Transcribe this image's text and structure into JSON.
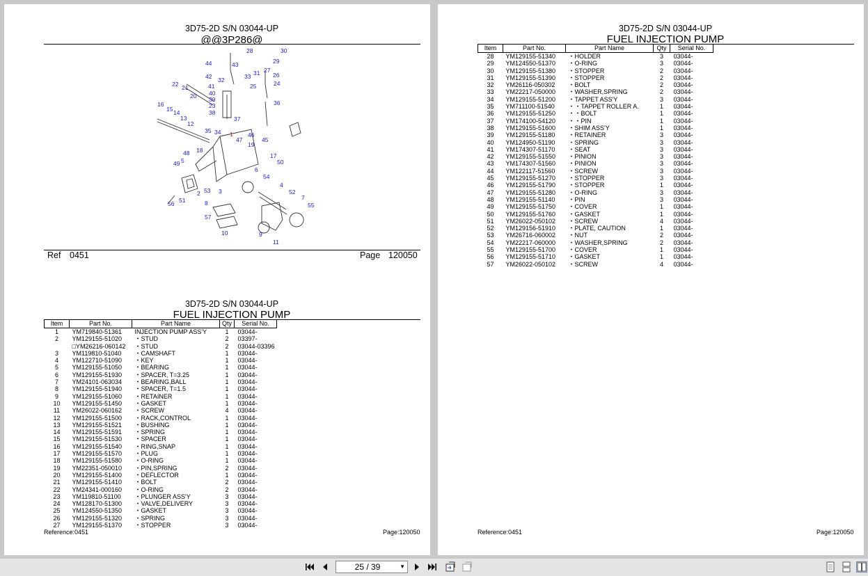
{
  "left_page": {
    "figure_header": {
      "model": "3D75-2D S/N 03044-UP",
      "code": "@@3P286@"
    },
    "ref_label": "Ref",
    "ref_value": "0451",
    "page_label": "Page",
    "page_value": "120050",
    "diagram_callouts": [
      "28",
      "30",
      "44",
      "43",
      "29",
      "27",
      "42",
      "33",
      "31",
      "26",
      "32",
      "41",
      "25",
      "24",
      "40",
      "22",
      "21",
      "39",
      "20",
      "36",
      "23",
      "16",
      "15",
      "14",
      "13",
      "38",
      "12",
      "37",
      "35",
      "34",
      "1",
      "46",
      "47",
      "45",
      "19",
      "48",
      "18",
      "17",
      "50",
      "49",
      "5",
      "6",
      "54",
      "53",
      "2",
      "3",
      "4",
      "52",
      "51",
      "56",
      "8",
      "7",
      "55",
      "57",
      "10",
      "9",
      "11"
    ],
    "table_header": {
      "model": "3D75-2D S/N 03044-UP",
      "title": "FUEL INJECTION PUMP"
    },
    "columns": [
      "Item",
      "Part No.",
      "Part Name",
      "Qty",
      "Serial No."
    ],
    "rows": [
      [
        "1",
        "YM719840-51361",
        "INJECTION PUMP ASS'Y",
        "1",
        "03044-"
      ],
      [
        "2",
        "YM129155-51020",
        "・STUD",
        "2",
        "03397-"
      ],
      [
        "",
        "□YM26216-060142",
        "・STUD",
        "2",
        "03044-03396"
      ],
      [
        "3",
        "YM119810-51040",
        "・CAMSHAFT",
        "1",
        "03044-"
      ],
      [
        "4",
        "YM122710-51090",
        "・KEY",
        "1",
        "03044-"
      ],
      [
        "5",
        "YM129155-51050",
        "・BEARING",
        "1",
        "03044-"
      ],
      [
        "6",
        "YM129155-51930",
        "・SPACER, T=3.25",
        "1",
        "03044-"
      ],
      [
        "7",
        "YM24101-063034",
        "・BEARING,BALL",
        "1",
        "03044-"
      ],
      [
        "8",
        "YM129155-51940",
        "・SPACER, T=1.5",
        "1",
        "03044-"
      ],
      [
        "9",
        "YM129155-51060",
        "・RETAINER",
        "1",
        "03044-"
      ],
      [
        "10",
        "YM129155-51450",
        "・GASKET",
        "1",
        "03044-"
      ],
      [
        "11",
        "YM26022-060162",
        "・SCREW",
        "4",
        "03044-"
      ],
      [
        "12",
        "YM129155-51500",
        "・RACK,CONTROL",
        "1",
        "03044-"
      ],
      [
        "13",
        "YM129155-51521",
        "・BUSHING",
        "1",
        "03044-"
      ],
      [
        "14",
        "YM129155-51591",
        "・SPRING",
        "1",
        "03044-"
      ],
      [
        "15",
        "YM129155-51530",
        "・SPACER",
        "1",
        "03044-"
      ],
      [
        "16",
        "YM129155-51540",
        "・RING,SNAP",
        "1",
        "03044-"
      ],
      [
        "17",
        "YM129155-51570",
        "・PLUG",
        "1",
        "03044-"
      ],
      [
        "18",
        "YM129155-51580",
        "・O-RING",
        "1",
        "03044-"
      ],
      [
        "19",
        "YM22351-050010",
        "・PIN,SPRING",
        "2",
        "03044-"
      ],
      [
        "20",
        "YM129155-51400",
        "・DEFLECTOR",
        "1",
        "03044-"
      ],
      [
        "21",
        "YM129155-51410",
        "・BOLT",
        "2",
        "03044-"
      ],
      [
        "22",
        "YM24341-000160",
        "・O-RING",
        "2",
        "03044-"
      ],
      [
        "23",
        "YM119810-51100",
        "・PLUNGER ASS'Y",
        "3",
        "03044-"
      ],
      [
        "24",
        "YM128170-51300",
        "・VALVE,DELIVERY",
        "3",
        "03044-"
      ],
      [
        "25",
        "YM124550-51350",
        "・GASKET",
        "3",
        "03044-"
      ],
      [
        "26",
        "YM129155-51320",
        "・SPRING",
        "3",
        "03044-"
      ],
      [
        "27",
        "YM129155-51370",
        "・STOPPER",
        "3",
        "03044-"
      ]
    ],
    "footer": {
      "reference": "Reference:0451",
      "page": "Page:120050"
    }
  },
  "right_page": {
    "table_header": {
      "model": "3D75-2D S/N 03044-UP",
      "title": "FUEL INJECTION PUMP"
    },
    "columns": [
      "Item",
      "Part No.",
      "Part Name",
      "Qty",
      "Serial No."
    ],
    "rows": [
      [
        "28",
        "YM129155-51340",
        "・HOLDER",
        "3",
        "03044-"
      ],
      [
        "29",
        "YM124550-51370",
        "・O-RING",
        "3",
        "03044-"
      ],
      [
        "30",
        "YM129155-51380",
        "・STOPPER",
        "2",
        "03044-"
      ],
      [
        "31",
        "YM129155-51390",
        "・STOPPER",
        "2",
        "03044-"
      ],
      [
        "32",
        "YM26116-050302",
        "・BOLT",
        "2",
        "03044-"
      ],
      [
        "33",
        "YM22217-050000",
        "・WASHER,SPRING",
        "2",
        "03044-"
      ],
      [
        "34",
        "YM129155-51200",
        "・TAPPET ASS'Y",
        "3",
        "03044-"
      ],
      [
        "35",
        "YM711100-51540",
        "・・TAPPET ROLLER A.",
        "1",
        "03044-"
      ],
      [
        "36",
        "YM129155-51250",
        "・・BOLT",
        "1",
        "03044-"
      ],
      [
        "37",
        "YM174100-54120",
        "・・PIN",
        "1",
        "03044-"
      ],
      [
        "38",
        "YM129155-51600",
        "・SHIM ASS'Y",
        "1",
        "03044-"
      ],
      [
        "39",
        "YM129155-51180",
        "・RETAINER",
        "3",
        "03044-"
      ],
      [
        "40",
        "YM124950-51190",
        "・SPRING",
        "3",
        "03044-"
      ],
      [
        "41",
        "YM174307-51170",
        "・SEAT",
        "3",
        "03044-"
      ],
      [
        "42",
        "YM129155-51550",
        "・PINION",
        "3",
        "03044-"
      ],
      [
        "43",
        "YM174307-51560",
        "・PINION",
        "3",
        "03044-"
      ],
      [
        "44",
        "YM122117-51560",
        "・SCREW",
        "3",
        "03044-"
      ],
      [
        "45",
        "YM129155-51270",
        "・STOPPER",
        "3",
        "03044-"
      ],
      [
        "46",
        "YM129155-51790",
        "・STOPPER",
        "1",
        "03044-"
      ],
      [
        "47",
        "YM129155-51280",
        "・O-RING",
        "3",
        "03044-"
      ],
      [
        "48",
        "YM129155-51140",
        "・PIN",
        "3",
        "03044-"
      ],
      [
        "49",
        "YM129155-51750",
        "・COVER",
        "1",
        "03044-"
      ],
      [
        "50",
        "YM129155-51760",
        "・GASKET",
        "1",
        "03044-"
      ],
      [
        "51",
        "YM26022-050102",
        "・SCREW",
        "4",
        "03044-"
      ],
      [
        "52",
        "YM129156-51910",
        "・PLATE, CAUTION",
        "1",
        "03044-"
      ],
      [
        "53",
        "YM26716-060002",
        "・NUT",
        "2",
        "03044-"
      ],
      [
        "54",
        "YM22217-060000",
        "・WASHER,SPRING",
        "2",
        "03044-"
      ],
      [
        "55",
        "YM129155-51700",
        "・COVER",
        "1",
        "03044-"
      ],
      [
        "56",
        "YM129155-51710",
        "・GASKET",
        "1",
        "03044-"
      ],
      [
        "57",
        "YM26022-050102",
        "・SCREW",
        "4",
        "03044-"
      ]
    ],
    "footer": {
      "reference": "Reference:0451",
      "page": "Page:120050"
    }
  },
  "toolbar": {
    "page_indicator": "25 / 39",
    "icons": [
      "first-page-icon",
      "prev-page-icon",
      "next-page-icon",
      "last-page-icon",
      "fit-page-icon",
      "fit-width-icon",
      "single-page-view-icon",
      "continuous-view-icon",
      "two-page-view-icon"
    ]
  }
}
